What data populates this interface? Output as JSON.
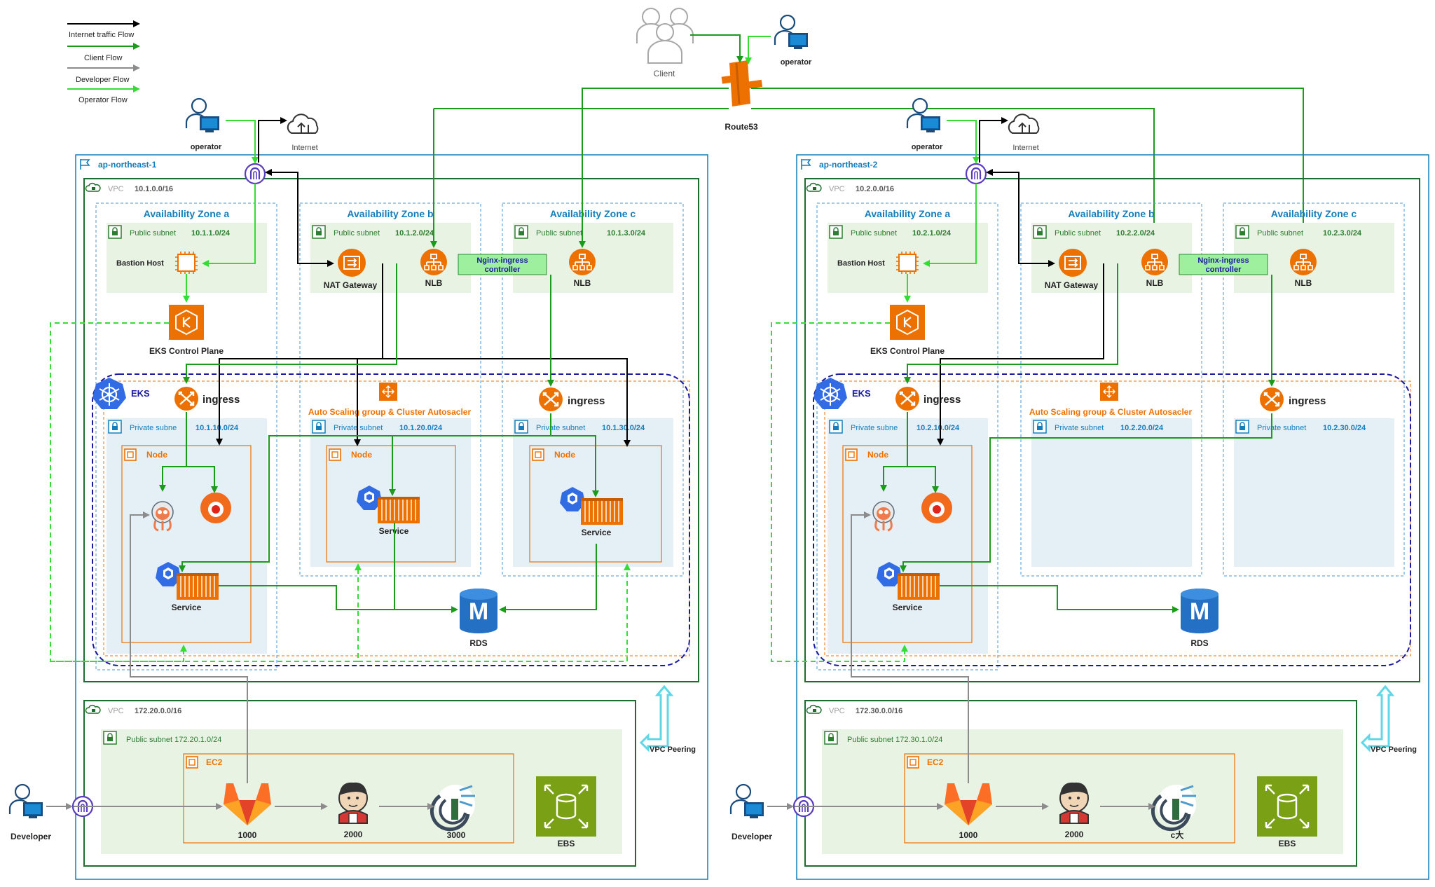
{
  "legend": {
    "internet": "Internet traffic Flow",
    "client": "Client Flow",
    "developer": "Developer Flow",
    "operator": "Operator Flow"
  },
  "actors": {
    "client": "Client",
    "operator": "operator",
    "route53": "Route53",
    "internet": "Internet",
    "developer": "Developer"
  },
  "regions": [
    {
      "name": "ap-northeast-1",
      "vpc_label": "VPC",
      "vpc_cidr": "10.1.0.0/16",
      "az": [
        "Availability Zone a",
        "Availability Zone b",
        "Availability Zone c"
      ],
      "public_subnet_label": "Public subnet",
      "public_subnets": [
        "10.1.1.0/24",
        "10.1.2.0/24",
        "10.1.3.0/24"
      ],
      "private_subnet_labels": [
        "Private subne",
        "Private subnet",
        "Private subnet"
      ],
      "private_subnets": [
        "10.1.10.0/24",
        "10.1.20.0/24",
        "10.1.30.0/24"
      ],
      "bastion": "Bastion Host",
      "nat": "NAT Gateway",
      "nlb": "NLB",
      "nginx": [
        "Nginx-ingress",
        "controller"
      ],
      "eks_cp": "EKS Control Plane",
      "eks": "EKS",
      "ingress": "ingress",
      "asg": "Auto Scaling group & Cluster Autosacler",
      "node": "Node",
      "service": "Service",
      "rds": "RDS",
      "dev_vpc_cidr": "172.20.0.0/16",
      "dev_subnet": "Public subnet 172.20.1.0/24",
      "ec2": "EC2",
      "tools": [
        "1000",
        "2000",
        "3000"
      ],
      "ebs": "EBS",
      "peering": "VPC Peering"
    },
    {
      "name": "ap-northeast-2",
      "vpc_label": "VPC",
      "vpc_cidr": "10.2.0.0/16",
      "az": [
        "Availability Zone a",
        "Availability Zone b",
        "Availability Zone c"
      ],
      "public_subnet_label": "Public subnet",
      "public_subnets": [
        "10.2.1.0/24",
        "10.2.2.0/24",
        "10.2.3.0/24"
      ],
      "private_subnet_labels": [
        "Private subne",
        "Private subnet",
        "Private subnet"
      ],
      "private_subnets": [
        "10.2.10.0/24",
        "10.2.20.0/24",
        "10.2.30.0/24"
      ],
      "bastion": "Bastion Host",
      "nat": "NAT Gateway",
      "nlb": "NLB",
      "nginx": [
        "Nginx-ingress",
        "controller"
      ],
      "eks_cp": "EKS Control Plane",
      "eks": "EKS",
      "ingress": "ingress",
      "asg": "Auto Scaling group & Cluster Autosacler",
      "node": "Node",
      "service": "Service",
      "rds": "RDS",
      "dev_vpc_cidr": "172.30.0.0/16",
      "dev_subnet": "Public subnet 172.30.1.0/24",
      "ec2": "EC2",
      "tools": [
        "1000",
        "2000",
        "c大"
      ],
      "ebs": "EBS",
      "peering": "VPC Peering"
    }
  ],
  "colors": {
    "internet_flow": "#000000",
    "client_flow": "#1a9c1a",
    "developer_flow": "#8c8c8c",
    "operator_flow": "#33dd33",
    "region_border": "#147eba",
    "vpc_border": "#1d6e2e",
    "subnet_fill": "#e8f3e4",
    "private_fill": "#e5eff6",
    "aws_orange": "#ed7100",
    "eks_blue": "#326ce5",
    "rds_blue": "#2470c4"
  }
}
